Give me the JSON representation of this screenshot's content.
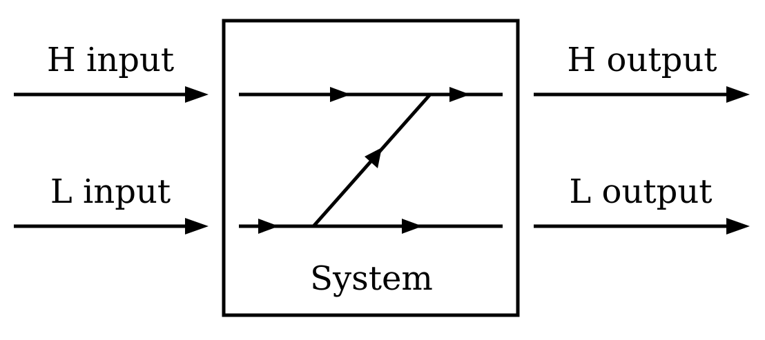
{
  "diagram": {
    "labels": {
      "h_input": "H input",
      "l_input": "L input",
      "h_output": "H output",
      "l_output": "L output",
      "system": "System"
    }
  }
}
